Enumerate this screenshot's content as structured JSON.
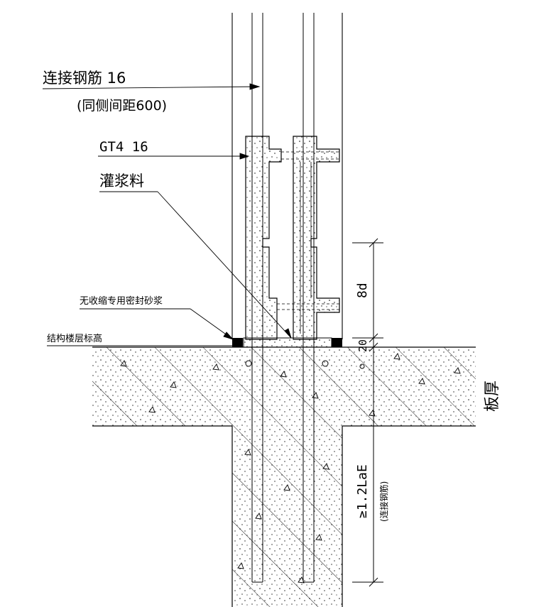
{
  "labels": {
    "connecting_rebar": "连接钢筋 16",
    "same_side_spacing": "(同侧间距600)",
    "sleeve": "GT4 16",
    "grout": "灌浆料",
    "sealing_mortar": "无收缩专用密封砂浆",
    "structural_floor_level": "结构楼层标高",
    "slab_thickness": "板厚",
    "anchorage_length": "≥1.2LaE",
    "anchorage_note": "(连接钢筋)"
  },
  "dimensions": {
    "sleeve_dim": "8d",
    "joint_dim": "20"
  },
  "colors": {
    "line": "#000000",
    "fill_black": "#000000",
    "background": "#ffffff"
  }
}
